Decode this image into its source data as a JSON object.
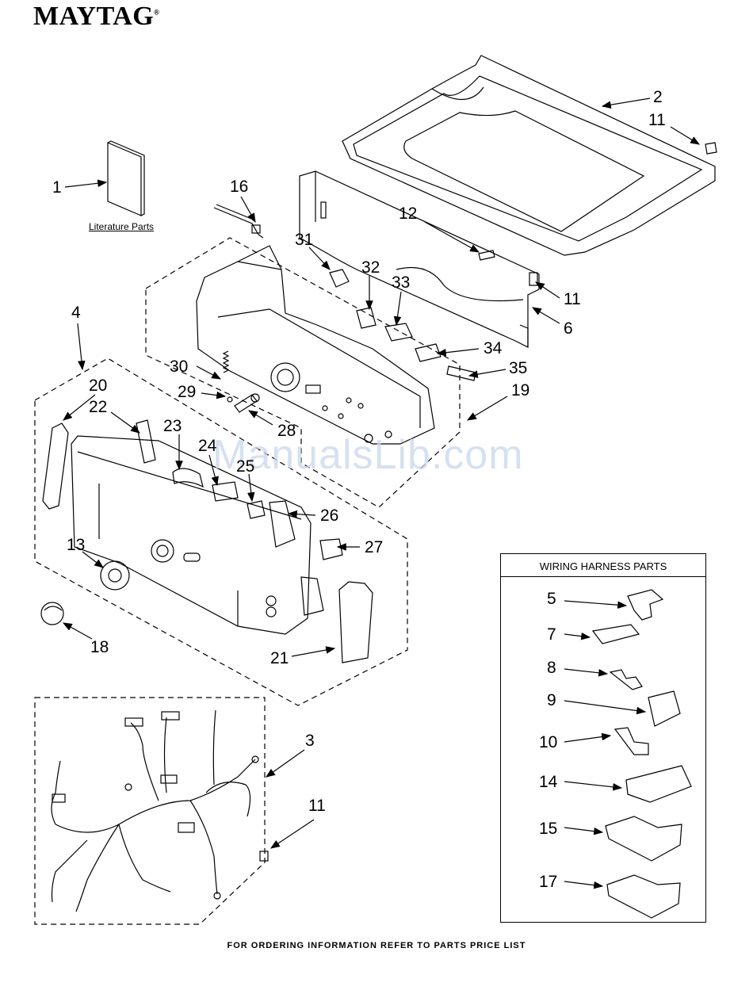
{
  "brand": "MAYTAG",
  "brand_mark": "®",
  "literature_label": "Literature Parts",
  "wiring_box_title": "WIRING HARNESS PARTS",
  "footer": "FOR ORDERING INFORMATION REFER TO PARTS PRICE LIST",
  "watermark": "ManualsLib.com",
  "callouts": {
    "c1": "1",
    "c2": "2",
    "c11a": "11",
    "c16": "16",
    "c12": "12",
    "c31": "31",
    "c32": "32",
    "c33": "33",
    "c11b": "11",
    "c6": "6",
    "c4": "4",
    "c34": "34",
    "c35": "35",
    "c30": "30",
    "c19": "19",
    "c20": "20",
    "c29": "29",
    "c22": "22",
    "c28": "28",
    "c23": "23",
    "c24": "24",
    "c25": "25",
    "c26": "26",
    "c13": "13",
    "c27": "27",
    "c18": "18",
    "c21": "21",
    "c3": "3",
    "c11c": "11",
    "c5": "5",
    "c7": "7",
    "c8": "8",
    "c9": "9",
    "c10": "10",
    "c14": "14",
    "c15": "15",
    "c17": "17"
  },
  "colors": {
    "line": "#000000",
    "watermark": "#c8d8ec"
  }
}
